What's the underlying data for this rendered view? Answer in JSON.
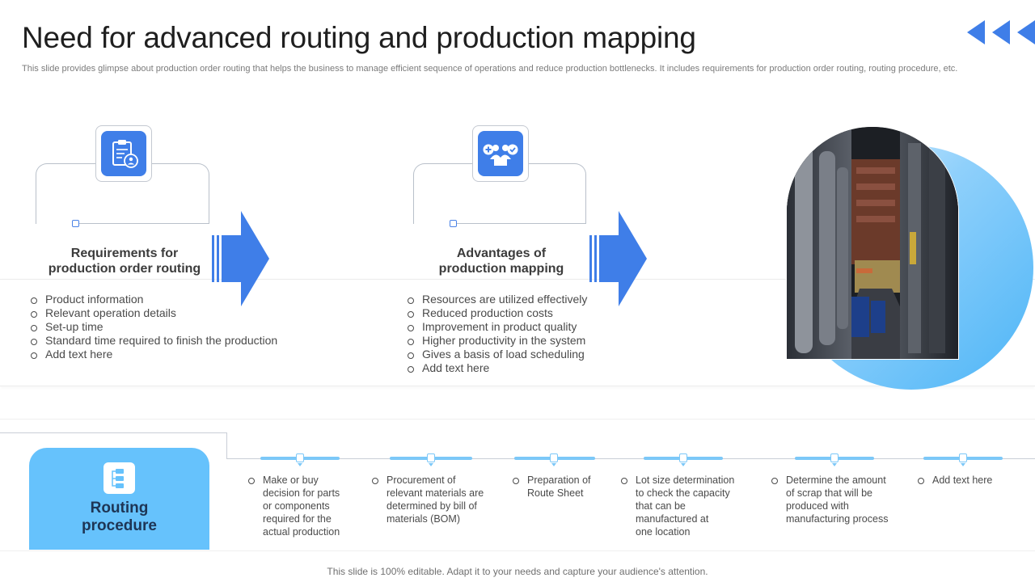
{
  "header": {
    "title": "Need for advanced routing and production mapping",
    "subtitle": "This slide provides glimpse about production order routing that helps the business to manage efficient sequence of operations and reduce production bottlenecks. It includes requirements for production order routing, routing procedure, etc."
  },
  "sections": [
    {
      "icon": "clipboard-user-icon",
      "heading_line1": "Requirements for",
      "heading_line2": "production order routing",
      "items": [
        "Product information",
        "Relevant operation details",
        "Set-up time",
        "Standard time required to finish the production",
        "Add text here"
      ]
    },
    {
      "icon": "team-balance-icon",
      "heading_line1": "Advantages of",
      "heading_line2": "production mapping",
      "items": [
        "Resources are utilized effectively",
        "Reduced production costs",
        "Improvement in product quality",
        "Higher productivity in the system",
        "Gives a basis of load scheduling",
        "Add text here"
      ]
    }
  ],
  "routing": {
    "icon": "flowchart-icon",
    "title_line1": "Routing",
    "title_line2": "procedure",
    "steps": [
      [
        "Make or buy",
        "decision for parts",
        "or components",
        "required for the",
        "actual production"
      ],
      [
        "Procurement  of",
        "relevant  materials are",
        "determined  by bill of",
        "materials (BOM)"
      ],
      [
        "Preparation  of",
        "Route Sheet"
      ],
      [
        "Lot size determination",
        "to check the capacity",
        "that can be",
        "manufactured  at",
        "one location"
      ],
      [
        "Determine  the amount",
        "of scrap that will be",
        "produced  with",
        "manufacturing  process"
      ],
      [
        "Add text here"
      ]
    ]
  },
  "footer": {
    "text": "This slide is 100% editable. Adapt it to your needs and capture your audience's attention."
  },
  "colors": {
    "accent_blue": "#3f7ee8",
    "light_blue": "#66c2fc",
    "title_dark": "#1f1f1f"
  }
}
